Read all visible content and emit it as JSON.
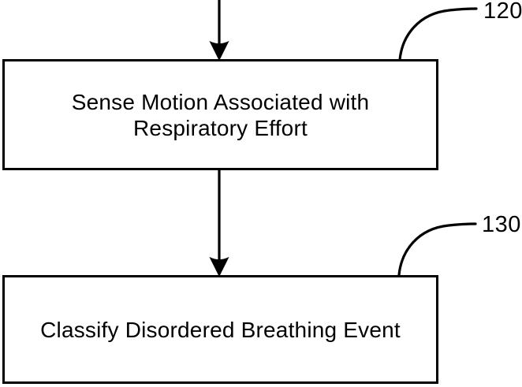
{
  "figure": {
    "type": "flowchart",
    "background_color": "#ffffff",
    "stroke_color": "#000000",
    "boxes": [
      {
        "id": "box-120",
        "ref_label": "120",
        "lines": [
          "Sense Motion Associated with",
          "Respiratory Effort"
        ]
      },
      {
        "id": "box-130",
        "ref_label": "130",
        "lines": [
          "Classify Disordered Breathing Event"
        ]
      }
    ],
    "connectors": [
      {
        "type": "arrow-down",
        "from": "off-screen-top",
        "to": "box-120"
      },
      {
        "type": "arrow-down",
        "from": "box-120",
        "to": "box-130"
      },
      {
        "type": "leader-curve",
        "from": "box-120",
        "to": "ref-label-120"
      },
      {
        "type": "leader-curve",
        "from": "box-130",
        "to": "ref-label-130"
      }
    ]
  }
}
